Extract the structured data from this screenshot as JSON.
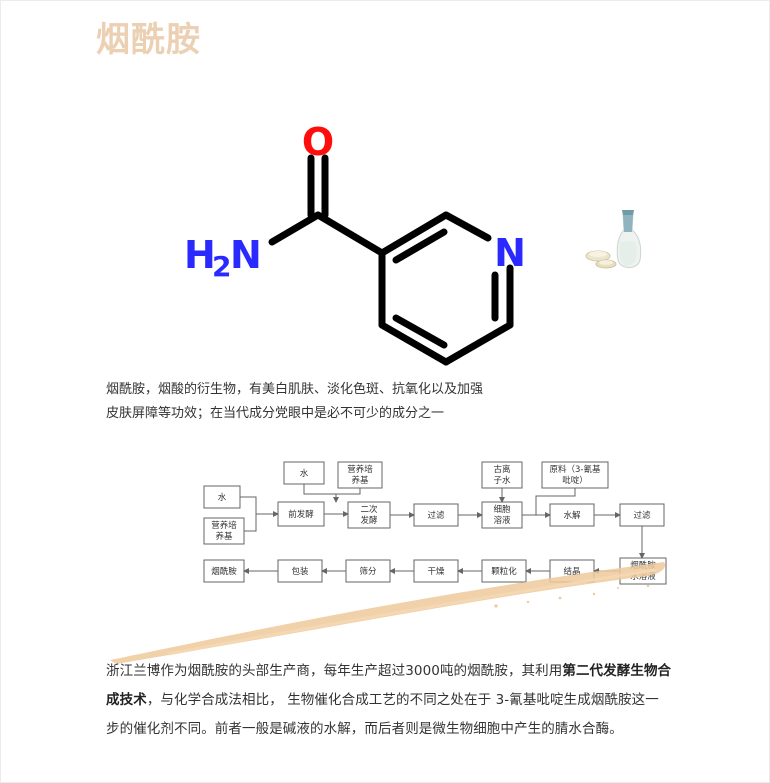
{
  "title": "烟酰胺",
  "molecule": {
    "atom_o": "O",
    "atom_n_ring": "N",
    "atom_h": "H",
    "atom_sub": "2",
    "atom_n_amide": "N"
  },
  "intro": {
    "line1": "烟酰胺，烟酸的衍生物，有美白肌肤、淡化色斑、抗氧化以及加强",
    "line2": "皮肤屏障等功效；在当代成分党眼中是必不可少的成分之一"
  },
  "flowchart": {
    "row1": [
      "水",
      "营养培\n养基",
      "古离\n子水",
      "原料（3-氰基\n吡啶）"
    ],
    "row2": [
      "水",
      "营养培\n养基",
      "前发酵",
      "二次\n发酵",
      "过滤",
      "细胞\n溶液",
      "水解",
      "过滤"
    ],
    "row3": [
      "烟酰胺",
      "包装",
      "筛分",
      "干燥",
      "颗粒化",
      "结晶",
      "烟酰胺\n水溶液"
    ]
  },
  "body": {
    "part1": "浙江兰博作为烟酰胺的头部生产商，每年生产超过3000吨的烟酰胺，其利用",
    "highlight": "第二代发酵生物合成技术",
    "part2": "，与化学合成法相比， 生物催化合成工艺的不同之处在于 3-氰基吡啶生成烟酰胺这一步的催化剂不同。前者一般是碱液的水解，而后者则是微生物细胞中产生的腈水合酶。"
  },
  "colors": {
    "title": "#ecd0b4",
    "oxygen": "#ff0d0d",
    "nitrogen": "#2a2aff",
    "swoosh": "#eec99a",
    "text": "#333333"
  }
}
